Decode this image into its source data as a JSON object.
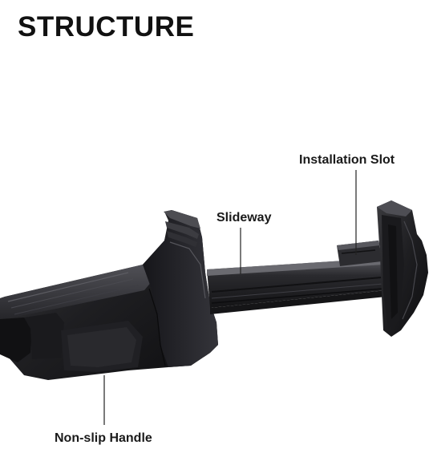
{
  "title": "STRUCTURE",
  "callouts": {
    "installation_slot": "Installation Slot",
    "slideway": "Slideway",
    "handle": "Non-slip Handle"
  },
  "colors": {
    "background": "#ffffff",
    "text": "#1a1a1a",
    "plastic": "#1c1c1e",
    "leader_line": "#222222"
  }
}
